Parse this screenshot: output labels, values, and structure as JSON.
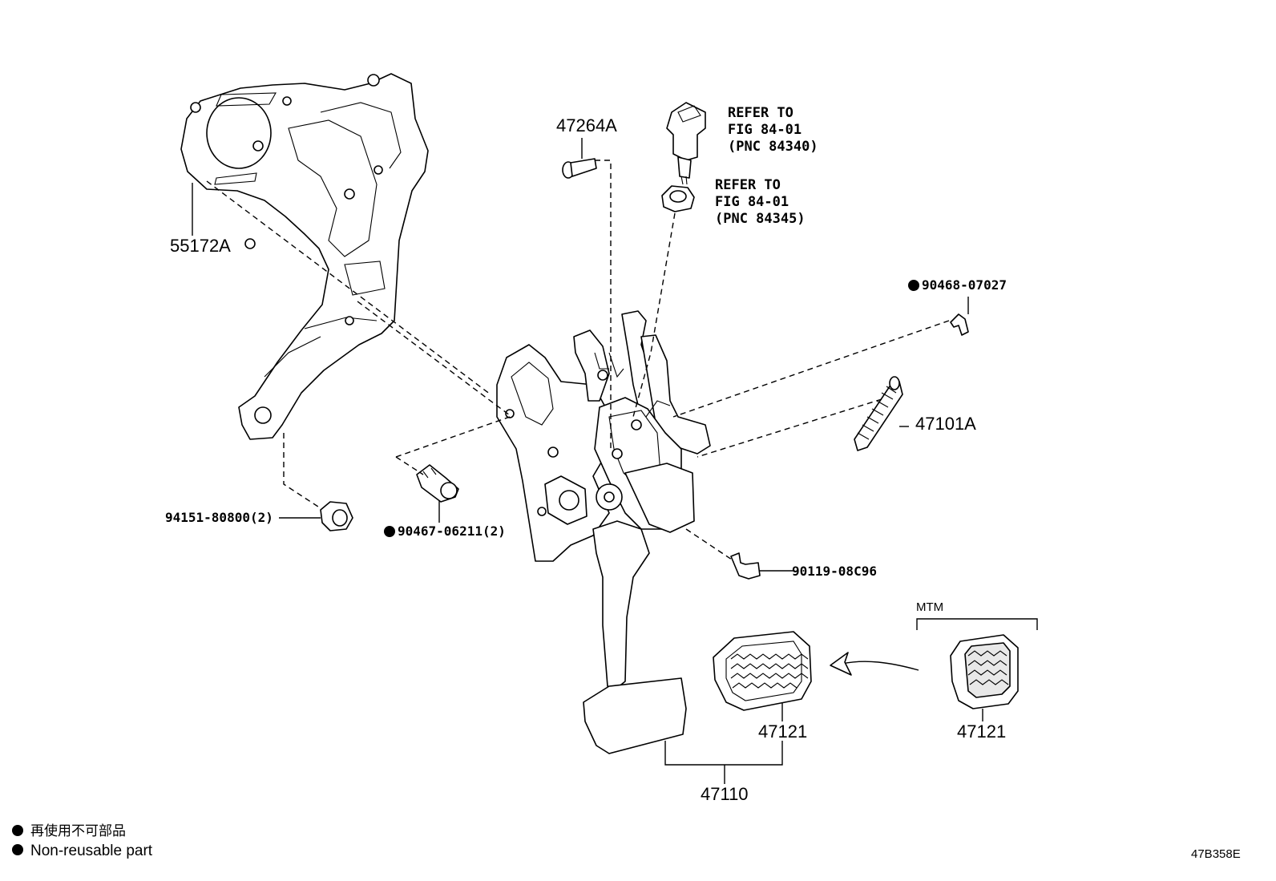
{
  "labels": {
    "bracket": "55172A",
    "pin": "47264A",
    "switch_ref": [
      "REFER TO",
      "FIG 84-01",
      "(PNC 84340)"
    ],
    "clip_ref": [
      "REFER TO",
      "FIG 84-01",
      "(PNC 84345)"
    ],
    "clip_part": "90468-07027",
    "spring": "47101A",
    "bushing": "94151-80800(2)",
    "collar": "90467-06211(2)",
    "bolt": "90119-08C96",
    "mtm": "MTM",
    "pad_left": "47121",
    "pad_right": "47121",
    "pedal_assembly": "47110"
  },
  "legend": {
    "cjk": "再使用不可部品",
    "english": "Non-reusable part"
  },
  "figure_code": "47B358E",
  "colors": {
    "ink": "#000000",
    "background": "#ffffff"
  }
}
